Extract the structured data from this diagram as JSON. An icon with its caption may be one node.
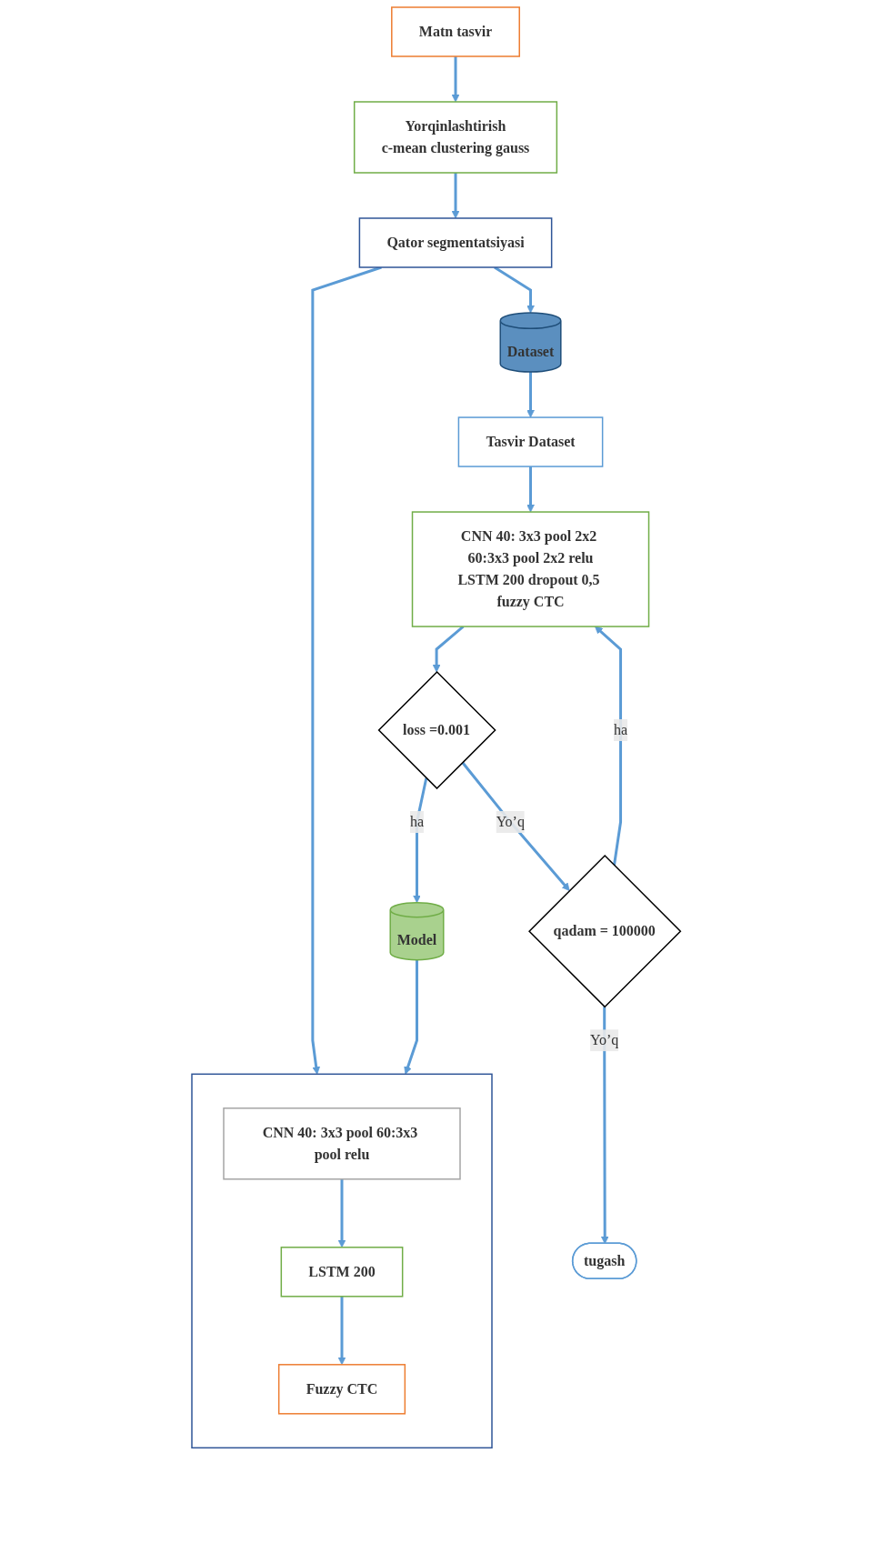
{
  "diagram": {
    "nodes": [
      {
        "text": [
          "Matn tasvir"
        ]
      },
      {
        "text": [
          "Yorqinlashtirish",
          "c-mean clustering gauss"
        ]
      },
      {
        "text": [
          "Qator segmentatsiyasi"
        ]
      },
      {
        "text": [],
        "shape": "box"
      },
      {
        "text": [
          "CNN 40: 3x3 pool 60:3x3 pool relu"
        ],
        "in": 3
      },
      {
        "text": [
          "LSTM 200"
        ],
        "in": 3
      },
      {
        "text": [
          "Fuzzy CTC"
        ],
        "in": 3
      },
      {
        "text": [
          "Model"
        ]
      },
      {
        "text": [
          "Dataset"
        ]
      },
      {
        "text": [
          "Tasvir Dataset"
        ]
      },
      {
        "text": [
          "CNN 40: 3x3 pool 2x2 60:3x3 pool 2x2 relu",
          "LSTM 200 dropout 0,5 fuzzy CTC"
        ]
      },
      {
        "text": [
          "loss =0.001"
        ]
      },
      {
        "text": [
          "qadam = 100000"
        ]
      },
      {
        "text": [
          "tugash"
        ]
      }
    ],
    "edges": [
      {
        "from": 0,
        "to": 1,
        "arrow": "to"
      },
      {
        "from": 1,
        "to": 2,
        "arrow": "to"
      },
      {
        "from": 2,
        "to": 3,
        "arrow": "to"
      },
      {
        "from": 4,
        "to": 5,
        "arrow": "to"
      },
      {
        "from": 5,
        "to": 6,
        "arrow": "to"
      },
      {
        "from": 2,
        "to": 8,
        "arrow": "to"
      },
      {
        "from": 7,
        "to": 3,
        "arrow": "to"
      },
      {
        "from": 8,
        "to": 9,
        "arrow": "to"
      },
      {
        "from": 9,
        "to": 10,
        "arrow": "to"
      },
      {
        "from": 10,
        "to": 11,
        "arrow": "to"
      },
      {
        "from": 11,
        "to": 7,
        "label": "ha",
        "arrow": "to"
      },
      {
        "from": 11,
        "to": 12,
        "label": "Yo’q",
        "arrow": "to"
      },
      {
        "from": 12,
        "to": 10,
        "label": "ha",
        "arrow": "to"
      },
      {
        "from": 12,
        "to": 13,
        "label": "Yo’q",
        "arrow": "to"
      }
    ]
  }
}
